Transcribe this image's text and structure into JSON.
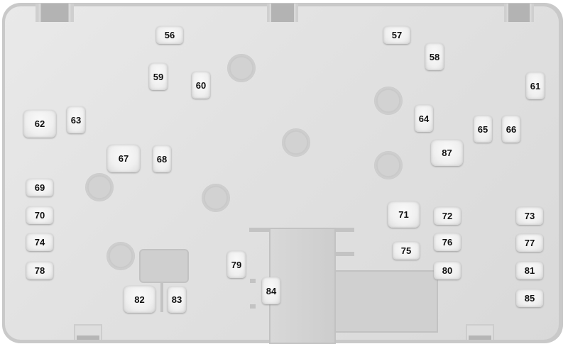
{
  "diagram": {
    "type": "fuse-box-layout",
    "colors": {
      "panel": "#e3e3e3",
      "border": "#c9c9c9",
      "fuse_face": "#f2f2f2",
      "label_text": "#111111"
    },
    "fuses": [
      {
        "id": "56",
        "label": "56"
      },
      {
        "id": "57",
        "label": "57"
      },
      {
        "id": "58",
        "label": "58"
      },
      {
        "id": "59",
        "label": "59"
      },
      {
        "id": "60",
        "label": "60"
      },
      {
        "id": "61",
        "label": "61"
      },
      {
        "id": "62",
        "label": "62"
      },
      {
        "id": "63",
        "label": "63"
      },
      {
        "id": "64",
        "label": "64"
      },
      {
        "id": "65",
        "label": "65"
      },
      {
        "id": "66",
        "label": "66"
      },
      {
        "id": "67",
        "label": "67"
      },
      {
        "id": "68",
        "label": "68"
      },
      {
        "id": "69",
        "label": "69"
      },
      {
        "id": "70",
        "label": "70"
      },
      {
        "id": "71",
        "label": "71"
      },
      {
        "id": "72",
        "label": "72"
      },
      {
        "id": "73",
        "label": "73"
      },
      {
        "id": "74",
        "label": "74"
      },
      {
        "id": "75",
        "label": "75"
      },
      {
        "id": "76",
        "label": "76"
      },
      {
        "id": "77",
        "label": "77"
      },
      {
        "id": "78",
        "label": "78"
      },
      {
        "id": "79",
        "label": "79"
      },
      {
        "id": "80",
        "label": "80"
      },
      {
        "id": "81",
        "label": "81"
      },
      {
        "id": "82",
        "label": "82"
      },
      {
        "id": "83",
        "label": "83"
      },
      {
        "id": "84",
        "label": "84"
      },
      {
        "id": "85",
        "label": "85"
      },
      {
        "id": "87",
        "label": "87"
      }
    ]
  }
}
